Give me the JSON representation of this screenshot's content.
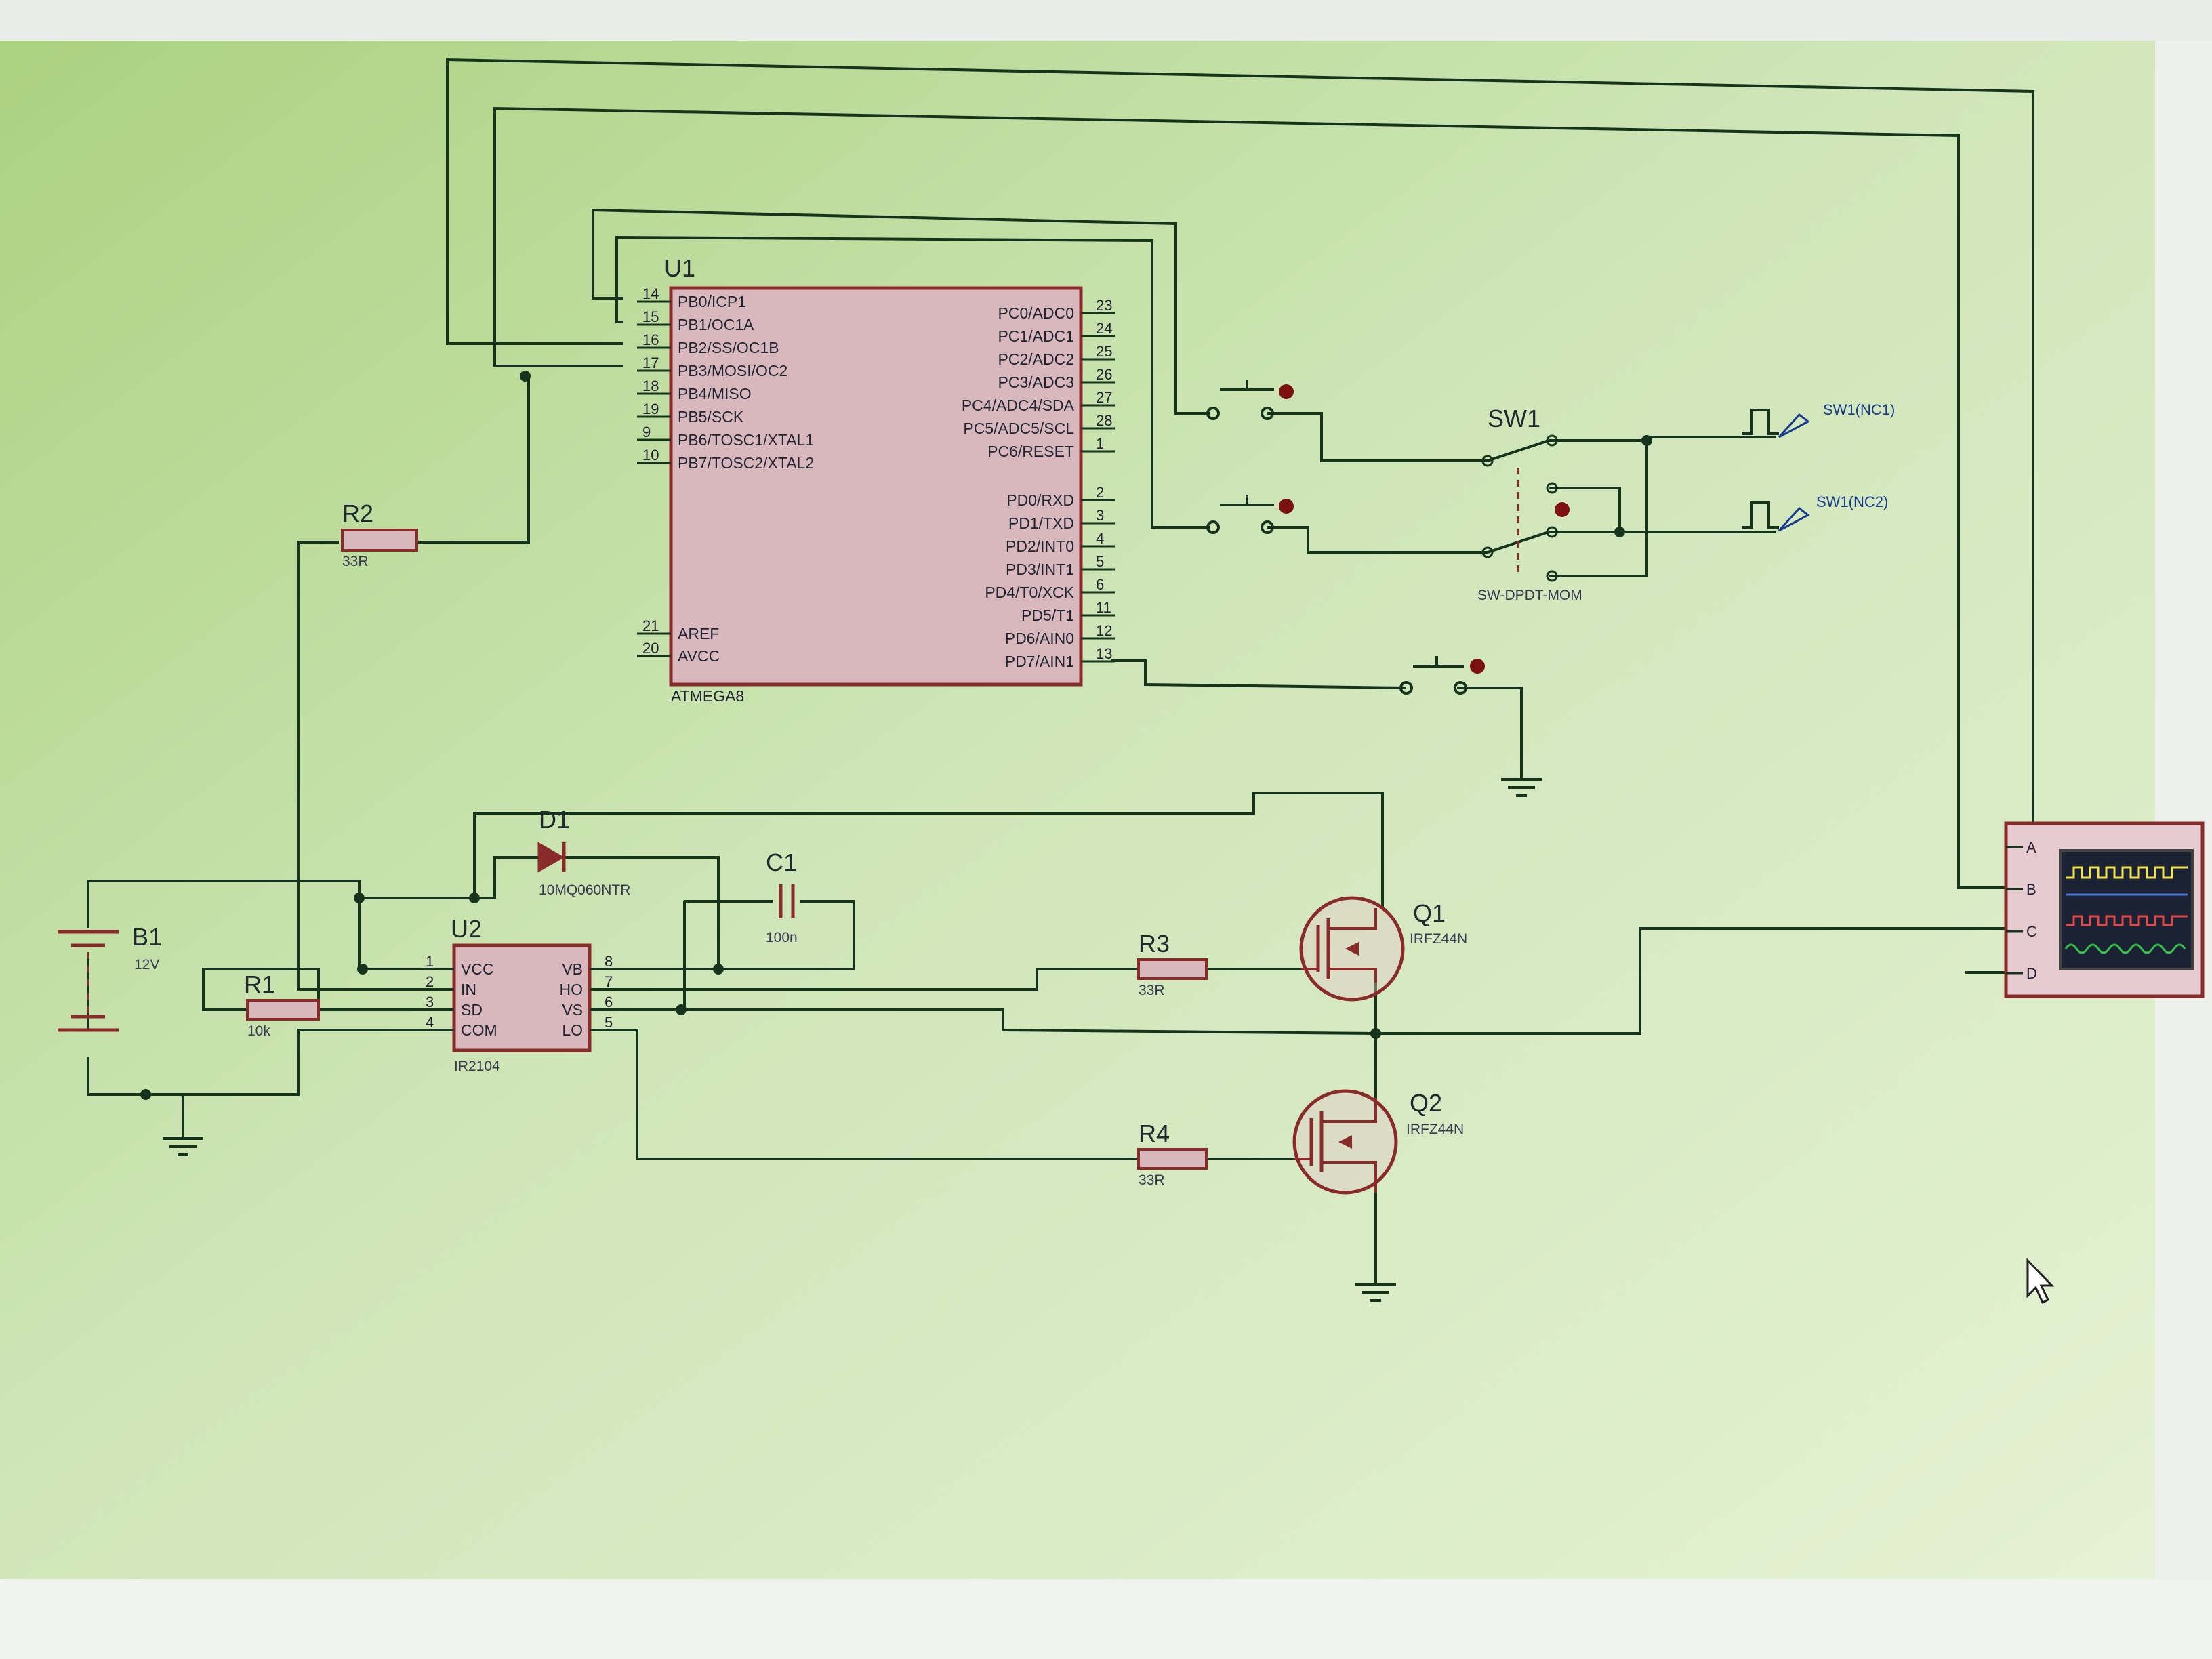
{
  "colors": {
    "background": "#cfe6b4",
    "wire": "#16341c",
    "part": "#8a2b2b",
    "chip_fill": "#d9b8bd",
    "junction": "#16341c"
  },
  "u1": {
    "ref": "U1",
    "value": "ATMEGA8",
    "left_pins": [
      {
        "num": "14",
        "name": "PB0/ICP1"
      },
      {
        "num": "15",
        "name": "PB1/OC1A"
      },
      {
        "num": "16",
        "name": "PB2/SS/OC1B"
      },
      {
        "num": "17",
        "name": "PB3/MOSI/OC2"
      },
      {
        "num": "18",
        "name": "PB4/MISO"
      },
      {
        "num": "19",
        "name": "PB5/SCK"
      },
      {
        "num": "9",
        "name": "PB6/TOSC1/XTAL1"
      },
      {
        "num": "10",
        "name": "PB7/TOSC2/XTAL2"
      }
    ],
    "left_pins2": [
      {
        "num": "21",
        "name": "AREF"
      },
      {
        "num": "20",
        "name": "AVCC"
      }
    ],
    "right_pins": [
      {
        "num": "23",
        "name": "PC0/ADC0"
      },
      {
        "num": "24",
        "name": "PC1/ADC1"
      },
      {
        "num": "25",
        "name": "PC2/ADC2"
      },
      {
        "num": "26",
        "name": "PC3/ADC3"
      },
      {
        "num": "27",
        "name": "PC4/ADC4/SDA"
      },
      {
        "num": "28",
        "name": "PC5/ADC5/SCL"
      },
      {
        "num": "1",
        "name": "PC6/RESET"
      }
    ],
    "right_pins2": [
      {
        "num": "2",
        "name": "PD0/RXD"
      },
      {
        "num": "3",
        "name": "PD1/TXD"
      },
      {
        "num": "4",
        "name": "PD2/INT0"
      },
      {
        "num": "5",
        "name": "PD3/INT1"
      },
      {
        "num": "6",
        "name": "PD4/T0/XCK"
      },
      {
        "num": "11",
        "name": "PD5/T1"
      },
      {
        "num": "12",
        "name": "PD6/AIN0"
      },
      {
        "num": "13",
        "name": "PD7/AIN1"
      }
    ]
  },
  "u2": {
    "ref": "U2",
    "value": "IR2104",
    "left_pins": [
      {
        "num": "1",
        "name": "VCC"
      },
      {
        "num": "2",
        "name": "IN"
      },
      {
        "num": "3",
        "name": "SD"
      },
      {
        "num": "4",
        "name": "COM"
      }
    ],
    "right_pins": [
      {
        "num": "8",
        "name": "VB"
      },
      {
        "num": "7",
        "name": "HO"
      },
      {
        "num": "6",
        "name": "VS"
      },
      {
        "num": "5",
        "name": "LO"
      }
    ]
  },
  "sw1": {
    "ref": "SW1",
    "value": "SW-DPDT-MOM",
    "out1": "SW1(NC1)",
    "out2": "SW1(NC2)"
  },
  "r1": {
    "ref": "R1",
    "value": "10k"
  },
  "r2": {
    "ref": "R2",
    "value": "33R"
  },
  "r3": {
    "ref": "R3",
    "value": "33R"
  },
  "r4": {
    "ref": "R4",
    "value": "33R"
  },
  "b1": {
    "ref": "B1",
    "value": "12V"
  },
  "d1": {
    "ref": "D1",
    "value": "10MQ060NTR"
  },
  "c1": {
    "ref": "C1",
    "value": "100n"
  },
  "q1": {
    "ref": "Q1",
    "value": "IRFZ44N"
  },
  "q2": {
    "ref": "Q2",
    "value": "IRFZ44N"
  },
  "scope": {
    "channels": [
      "A",
      "B",
      "C",
      "D"
    ]
  }
}
